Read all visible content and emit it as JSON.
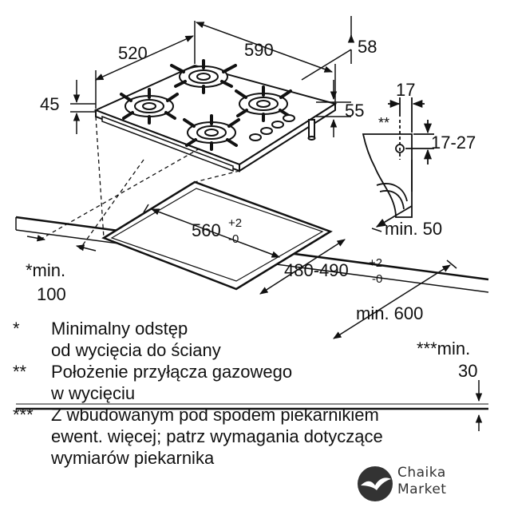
{
  "dimensions": {
    "width_top": "520",
    "depth_top": "590",
    "d58": "58",
    "h45": "45",
    "h55": "55",
    "d17": "17",
    "d17_27": "17-27",
    "stars_gas": "**",
    "min50": "min. 50",
    "cut_w": "560",
    "cut_w_tol_hi": "+2",
    "cut_w_tol_lo": "-0",
    "cut_d": "480-490",
    "cut_d_tol_hi": "+2",
    "cut_d_tol_lo": "-0",
    "min100_a": "*min.",
    "min100_b": "100",
    "min600": "min. 600",
    "min30_a": "***min.",
    "min30_b": "30"
  },
  "notes": [
    {
      "marker": "*",
      "line1": "Minimalny odstęp",
      "line2": "od wycięcia do ściany"
    },
    {
      "marker": "**",
      "line1": "Położenie przyłącza gazowego",
      "line2": "w wycięciu"
    },
    {
      "marker": "***",
      "line1": "Z wbudowanym pod spodem piekarnikiem",
      "line2": "ewent. więcej; patrz wymagania dotyczące",
      "line3": "wymiarów piekarnika"
    }
  ],
  "logo": {
    "line1": "Chaika",
    "line2": "Market"
  }
}
